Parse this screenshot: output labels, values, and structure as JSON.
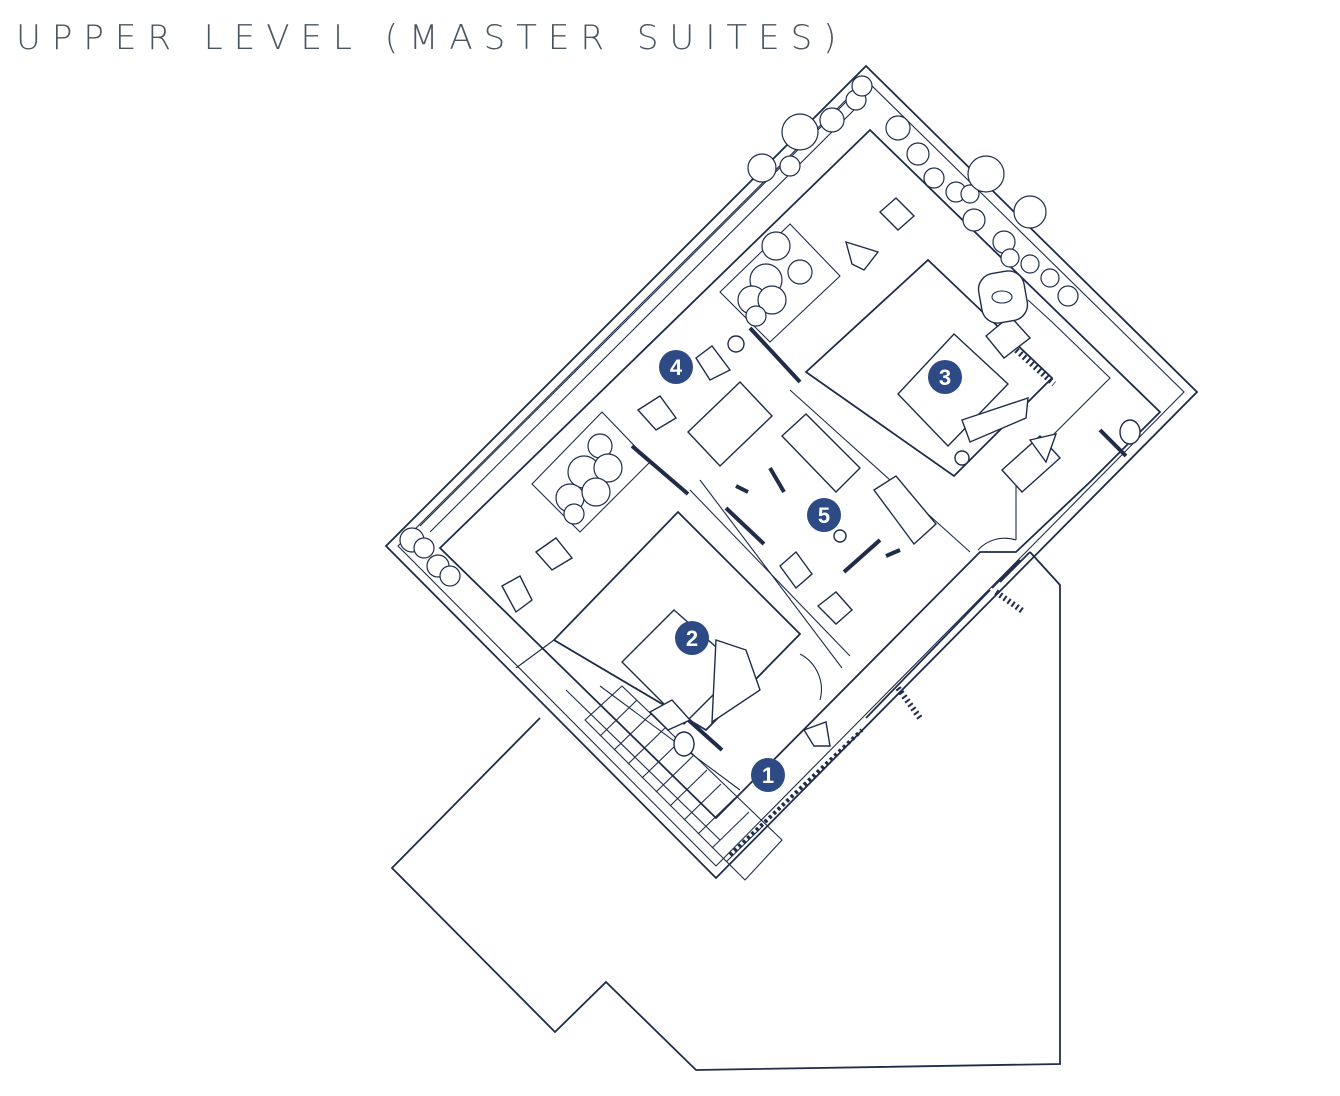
{
  "title": "UPPER LEVEL (MASTER SUITES)",
  "colors": {
    "line": "#1f2d4a",
    "marker": "#2d4a85",
    "title": "#4a5560"
  },
  "markers": [
    {
      "id": "1",
      "label": "1"
    },
    {
      "id": "2",
      "label": "2"
    },
    {
      "id": "3",
      "label": "3"
    },
    {
      "id": "4",
      "label": "4"
    },
    {
      "id": "5",
      "label": "5"
    }
  ]
}
